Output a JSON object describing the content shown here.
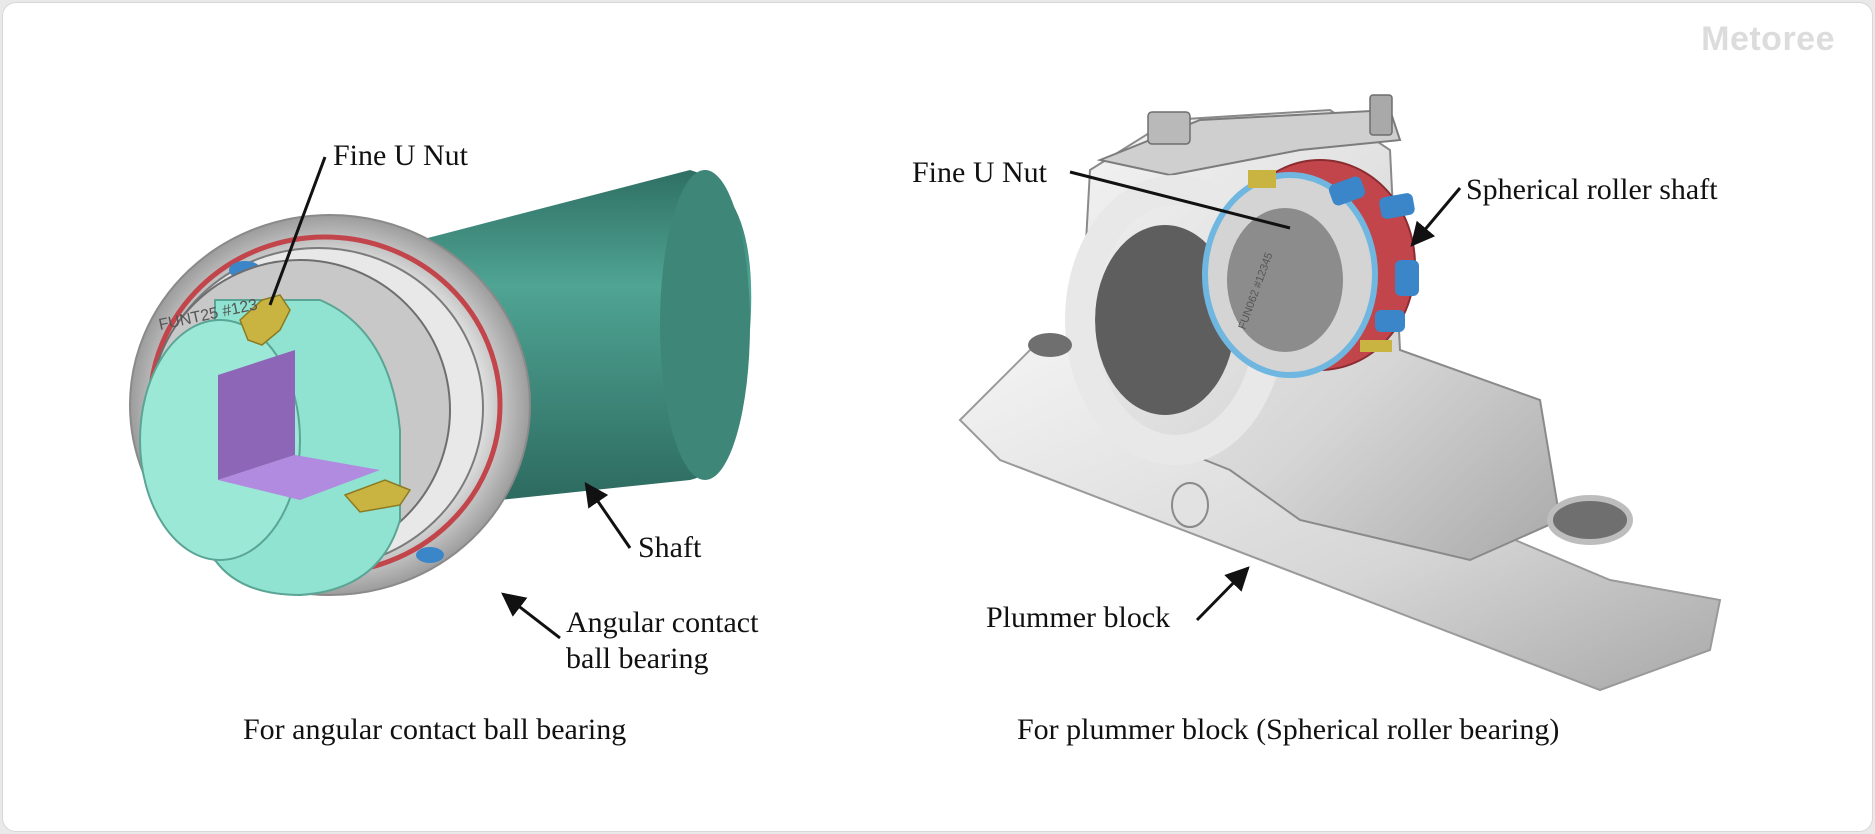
{
  "watermark": "Metoree",
  "left_panel": {
    "caption": "For angular contact ball bearing",
    "labels": {
      "fine_u_nut": "Fine U Nut",
      "shaft": "Shaft",
      "angular_bearing": "Angular contact ball bearing",
      "engraving": "FUNT25 #123"
    }
  },
  "right_panel": {
    "caption": "For plummer block (Spherical roller bearing)",
    "labels": {
      "fine_u_nut": "Fine U Nut",
      "spherical": "Spherical roller shaft",
      "plummer": "Plummer block",
      "engraving": "FUN062 #12345"
    }
  },
  "colors": {
    "shaft": "#3e8a7c",
    "nut": "#c9b341",
    "core_face": "#8fe3d0",
    "cut_purple": "#9b73c4",
    "bearing_red": "#c2454b",
    "roller_blue": "#3a86c9",
    "housing": "#e4e4e4"
  }
}
